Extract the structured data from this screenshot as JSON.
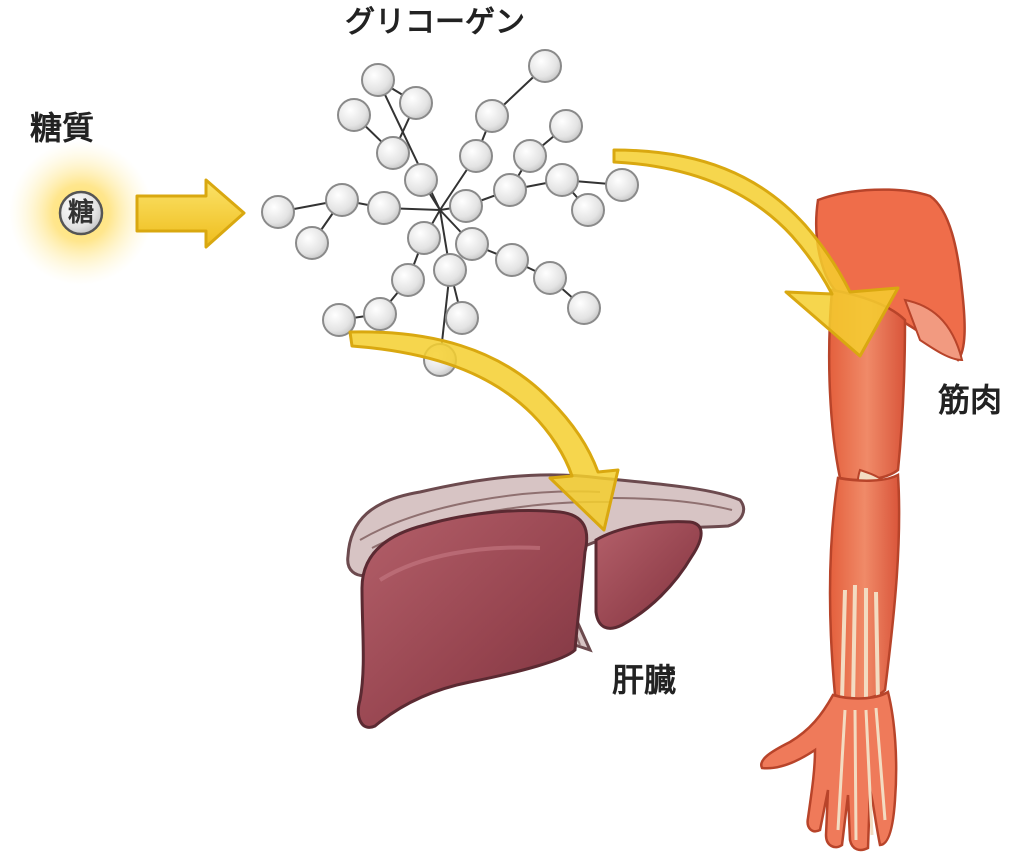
{
  "labels": {
    "sugar": "糖質",
    "glucose": "糖",
    "glycogen": "グリコーゲン",
    "liver": "肝臓",
    "muscle": "筋肉"
  },
  "colors": {
    "arrow_fill": "#f4cf2e",
    "arrow_stroke": "#d9a810",
    "glow": "#ffd84a",
    "bead_fill": "#ececec",
    "bead_stroke": "#8a8a8a",
    "liver": "#9b4a55",
    "liver_dark": "#6e2f38",
    "liver_membrane": "#c9b2b4",
    "muscle": "#e8744f",
    "muscle_dark": "#c2492a",
    "tendon": "#f3dcc2"
  }
}
